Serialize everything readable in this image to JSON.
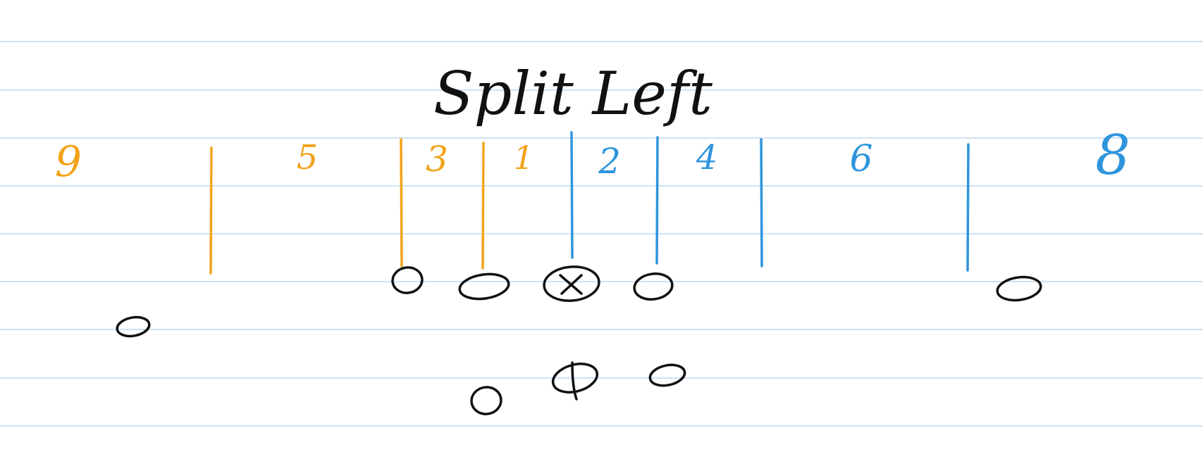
{
  "title": "Split Left",
  "colors": {
    "paper": "#ffffff",
    "rule_line": "#cfe2f3",
    "ink": "#111111",
    "left_group": "#f2a31b",
    "right_group": "#2e95dd"
  },
  "split_labels": [
    {
      "text": "9",
      "group": "left"
    },
    {
      "text": "5",
      "group": "left"
    },
    {
      "text": "3",
      "group": "left"
    },
    {
      "text": "1",
      "group": "left"
    },
    {
      "text": "2",
      "group": "right"
    },
    {
      "text": "4",
      "group": "right"
    },
    {
      "text": "6",
      "group": "right"
    },
    {
      "text": "8",
      "group": "right"
    }
  ],
  "dividers": [
    {
      "group": "left"
    },
    {
      "group": "left"
    },
    {
      "group": "left"
    },
    {
      "group": "right"
    },
    {
      "group": "right"
    },
    {
      "group": "right"
    },
    {
      "group": "right"
    }
  ],
  "marks": [
    {
      "shape": "circle"
    },
    {
      "shape": "circle"
    },
    {
      "shape": "circle"
    },
    {
      "shape": "circle-x"
    },
    {
      "shape": "circle"
    },
    {
      "shape": "circle"
    },
    {
      "shape": "circle"
    },
    {
      "shape": "circle-tail"
    },
    {
      "shape": "circle"
    }
  ]
}
